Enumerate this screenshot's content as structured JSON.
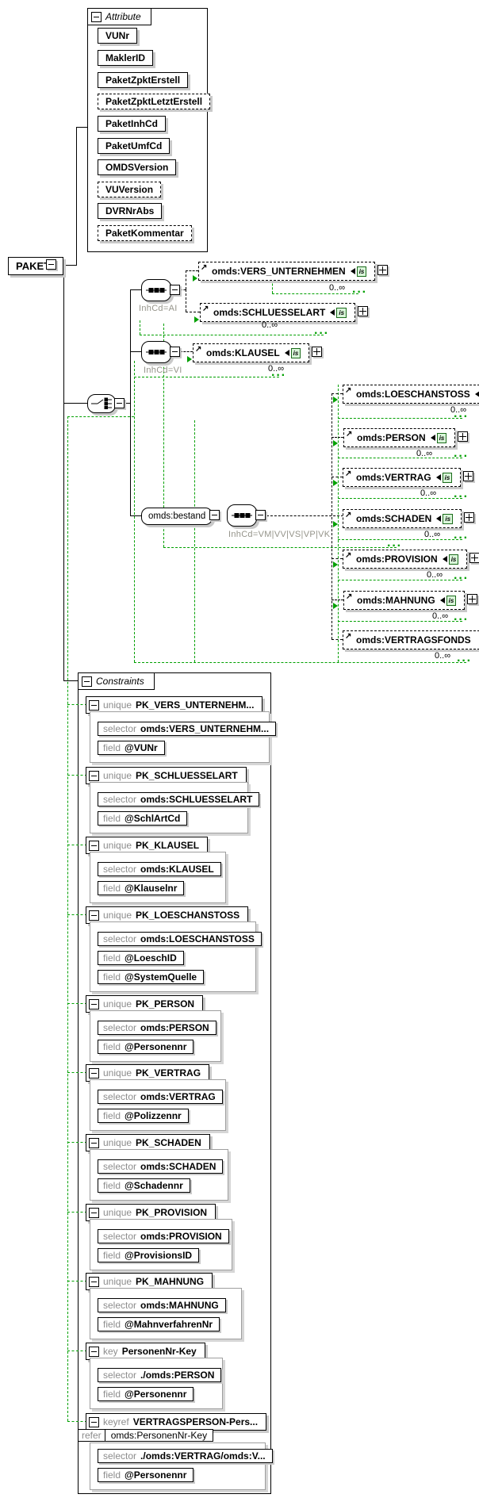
{
  "root": {
    "label": "PAKET"
  },
  "attribute_section": {
    "title": "Attribute",
    "items": [
      {
        "name": "VUNr",
        "required": true
      },
      {
        "name": "MaklerID",
        "required": true
      },
      {
        "name": "PaketZpktErstell",
        "required": true
      },
      {
        "name": "PaketZpktLetztErstell",
        "required": false
      },
      {
        "name": "PaketInhCd",
        "required": true
      },
      {
        "name": "PaketUmfCd",
        "required": true
      },
      {
        "name": "OMDSVersion",
        "required": true
      },
      {
        "name": "VUVersion",
        "required": false
      },
      {
        "name": "DVRNrAbs",
        "required": true
      },
      {
        "name": "PaketKommentar",
        "required": false
      }
    ]
  },
  "tree": {
    "badge_label": "is",
    "groups": {
      "ai": {
        "type": "sequence",
        "condition": "InhCd=AI"
      },
      "vi": {
        "type": "sequence",
        "condition": "InhCd=VI"
      },
      "choice": {
        "type": "choice"
      },
      "bestand": {
        "name": "omds:bestand",
        "type": "sequence",
        "condition": "InhCd=VM|VV|VS|VP|VK"
      }
    },
    "mid_elements": [
      {
        "name": "omds:VERS_UNTERNEHMEN",
        "cardinality": "0..∞"
      },
      {
        "name": "omds:SCHLUESSELART",
        "cardinality": "0..∞"
      },
      {
        "name": "omds:KLAUSEL",
        "cardinality": "0..∞"
      }
    ],
    "bestand_elements": [
      {
        "name": "omds:LOESCHANSTOSS",
        "cardinality": "0..∞"
      },
      {
        "name": "omds:PERSON",
        "cardinality": "0..∞"
      },
      {
        "name": "omds:VERTRAG",
        "cardinality": "0..∞"
      },
      {
        "name": "omds:SCHADEN",
        "cardinality": "0..∞"
      },
      {
        "name": "omds:PROVISION",
        "cardinality": "0..∞"
      },
      {
        "name": "omds:MAHNUNG",
        "cardinality": "0..∞"
      },
      {
        "name": "omds:VERTRAGSFONDS",
        "cardinality": "0..∞"
      }
    ]
  },
  "constraints_section": {
    "title": "Constraints",
    "items": [
      {
        "kind": "unique",
        "name": "PK_VERS_UNTERNEHM...",
        "rows": [
          {
            "keyword": "selector",
            "value": "omds:VERS_UNTERNEHM..."
          },
          {
            "keyword": "field",
            "value": "@VUNr"
          }
        ]
      },
      {
        "kind": "unique",
        "name": "PK_SCHLUESSELART",
        "rows": [
          {
            "keyword": "selector",
            "value": "omds:SCHLUESSELART"
          },
          {
            "keyword": "field",
            "value": "@SchlArtCd"
          }
        ]
      },
      {
        "kind": "unique",
        "name": "PK_KLAUSEL",
        "rows": [
          {
            "keyword": "selector",
            "value": "omds:KLAUSEL"
          },
          {
            "keyword": "field",
            "value": "@Klauselnr"
          }
        ]
      },
      {
        "kind": "unique",
        "name": "PK_LOESCHANSTOSS",
        "rows": [
          {
            "keyword": "selector",
            "value": "omds:LOESCHANSTOSS"
          },
          {
            "keyword": "field",
            "value": "@LoeschID"
          },
          {
            "keyword": "field",
            "value": "@SystemQuelle"
          }
        ]
      },
      {
        "kind": "unique",
        "name": "PK_PERSON",
        "rows": [
          {
            "keyword": "selector",
            "value": "omds:PERSON"
          },
          {
            "keyword": "field",
            "value": "@Personennr"
          }
        ]
      },
      {
        "kind": "unique",
        "name": "PK_VERTRAG",
        "rows": [
          {
            "keyword": "selector",
            "value": "omds:VERTRAG"
          },
          {
            "keyword": "field",
            "value": "@Polizzennr"
          }
        ]
      },
      {
        "kind": "unique",
        "name": "PK_SCHADEN",
        "rows": [
          {
            "keyword": "selector",
            "value": "omds:SCHADEN"
          },
          {
            "keyword": "field",
            "value": "@Schadennr"
          }
        ]
      },
      {
        "kind": "unique",
        "name": "PK_PROVISION",
        "rows": [
          {
            "keyword": "selector",
            "value": "omds:PROVISION"
          },
          {
            "keyword": "field",
            "value": "@ProvisionsID"
          }
        ]
      },
      {
        "kind": "unique",
        "name": "PK_MAHNUNG",
        "rows": [
          {
            "keyword": "selector",
            "value": "omds:MAHNUNG"
          },
          {
            "keyword": "field",
            "value": "@MahnverfahrenNr"
          }
        ]
      },
      {
        "kind": "key",
        "name": "PersonenNr-Key",
        "rows": [
          {
            "keyword": "selector",
            "value": "./omds:PERSON"
          },
          {
            "keyword": "field",
            "value": "@Personennr"
          }
        ]
      },
      {
        "kind": "keyref",
        "name": "VERTRAGSPERSON-Pers...",
        "refer_keyword": "refer",
        "refer": "omds:PersonenNr-Key",
        "rows": [
          {
            "keyword": "selector",
            "value": "./omds:VERTRAG/omds:V..."
          },
          {
            "keyword": "field",
            "value": "@Personennr"
          }
        ]
      }
    ]
  },
  "colors": {
    "constraint_link_green": "#00A000",
    "shadow_grey": "#C9C9C9",
    "keyword_grey": "#8C8C8C",
    "condition_label_grey": "#95948A",
    "badge_background": "#D9F6D9"
  }
}
